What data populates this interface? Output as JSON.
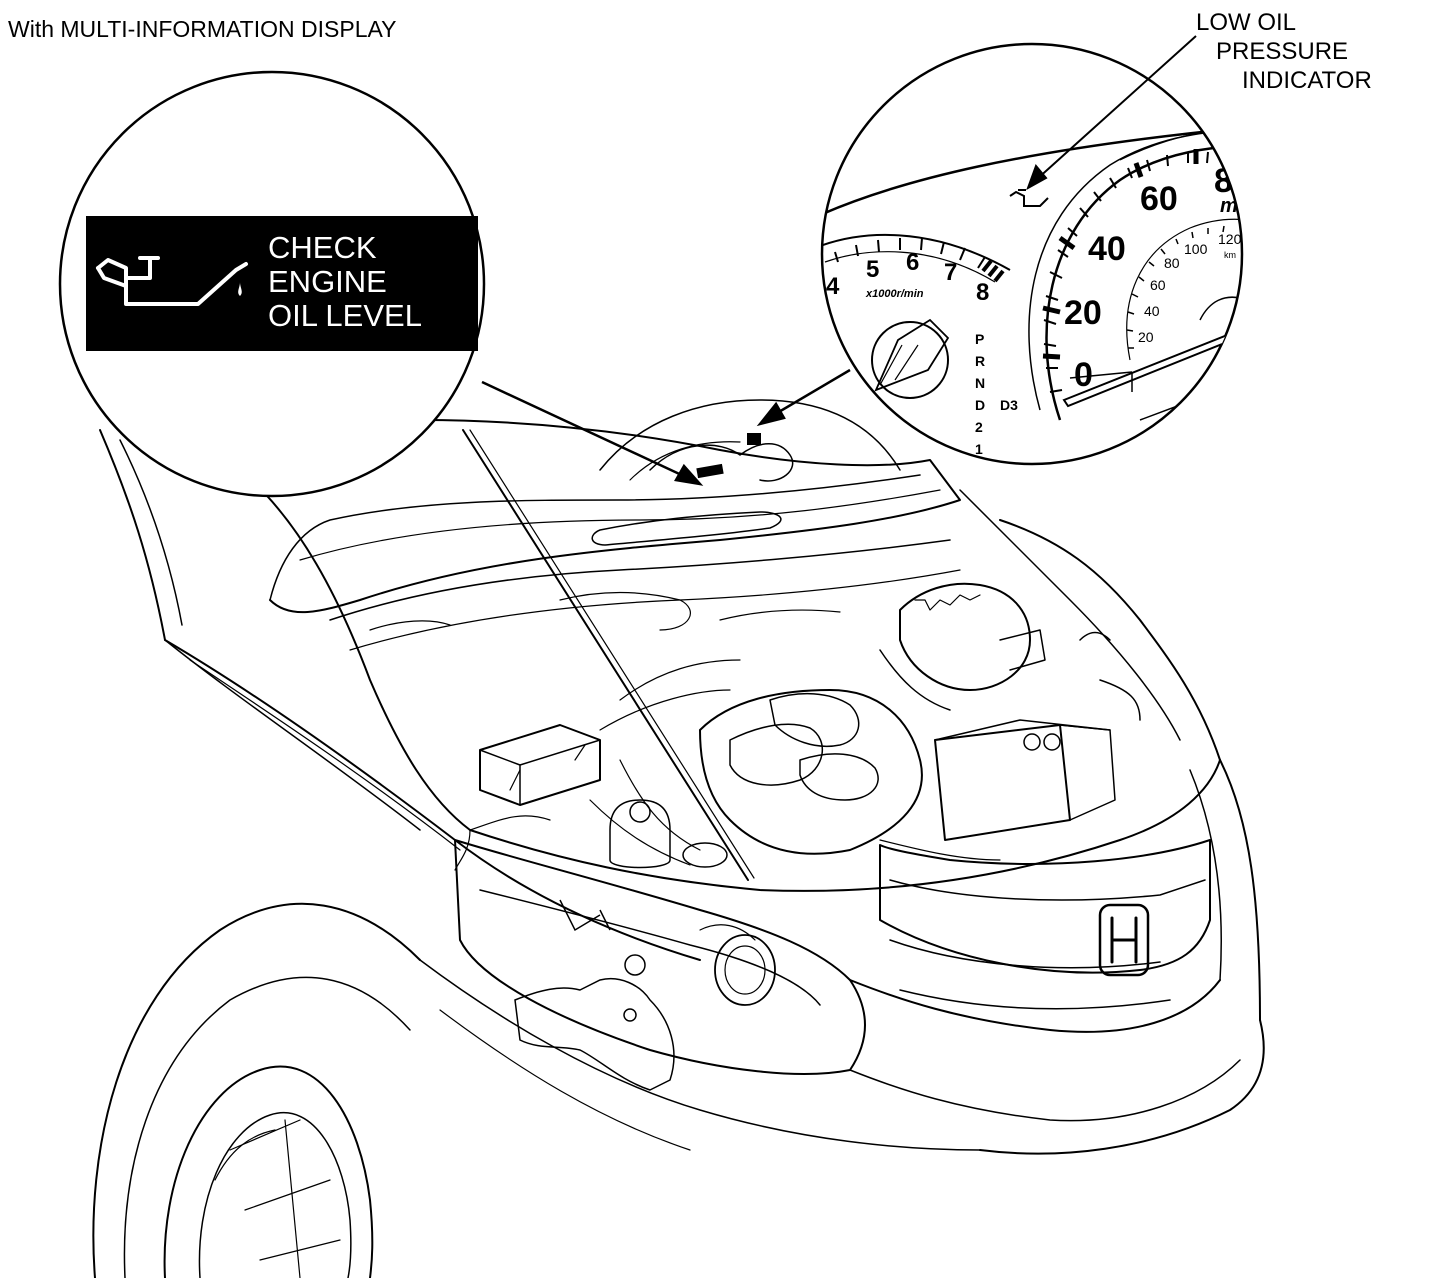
{
  "header_caption": "With MULTI-INFORMATION DISPLAY",
  "callout_label": [
    "LOW OIL",
    "PRESSURE",
    "INDICATOR"
  ],
  "mid_message": [
    "CHECK",
    "ENGINE",
    "OIL LEVEL"
  ],
  "tachometer": {
    "numbers": [
      "4",
      "5",
      "6",
      "7",
      "8"
    ],
    "unit": "x1000r/min"
  },
  "speedometer": {
    "mph_numbers": [
      "0",
      "20",
      "40",
      "60"
    ],
    "mph_unit_partial": "m",
    "km_numbers": [
      "20",
      "40",
      "60",
      "80",
      "100",
      "120"
    ],
    "km_unit": "km"
  },
  "gear_indicator": [
    "P",
    "R",
    "N",
    "D",
    "2",
    "1"
  ],
  "d3_label": "D3",
  "colors": {
    "line": "#000000",
    "background": "#ffffff",
    "display_panel": "#000000",
    "display_text": "#ffffff"
  },
  "icons": [
    "oil-can-icon",
    "honda-emblem-icon"
  ]
}
